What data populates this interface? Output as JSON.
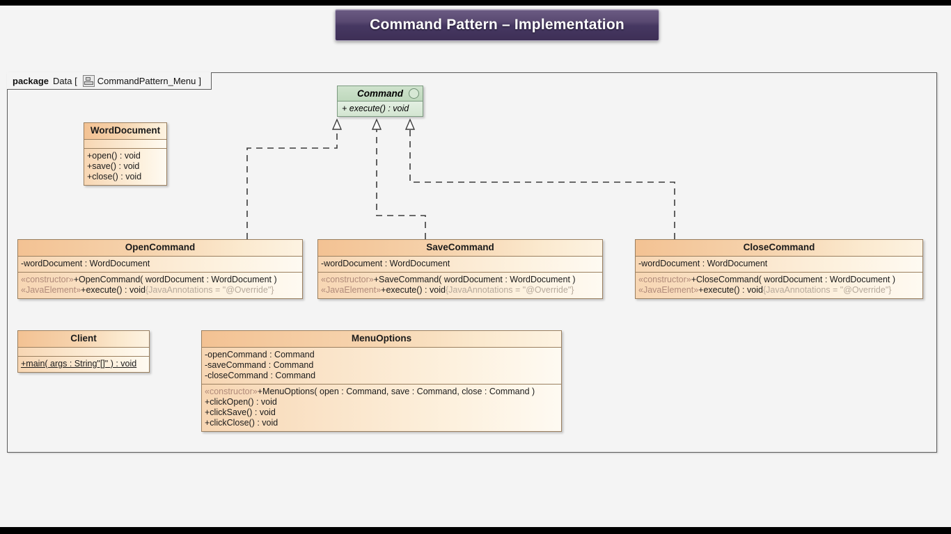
{
  "banner": {
    "title": "Command Pattern – Implementation"
  },
  "package": {
    "keyword": "package",
    "name": "Data [",
    "icon": "class-diagram-icon",
    "diagram_name": "CommandPattern_Menu",
    "close_bracket": "]"
  },
  "classes": {
    "command": {
      "name": "Command",
      "kind": "interface",
      "icon": "interface-circle-icon",
      "operations": [
        "+ execute() : void"
      ]
    },
    "word_document": {
      "name": "WordDocument",
      "attributes": [],
      "operations": [
        "+open() : void",
        "+save() : void",
        "+close() : void"
      ]
    },
    "open_command": {
      "name": "OpenCommand",
      "attributes": [
        "-wordDocument : WordDocument"
      ],
      "operations": [
        {
          "stereotype": "«constructor»",
          "signature": "+OpenCommand( wordDocument : WordDocument )",
          "annotation": ""
        },
        {
          "stereotype": "«JavaElement»",
          "signature": "+execute() : void",
          "annotation": "{JavaAnnotations = \"@Override\"}"
        }
      ]
    },
    "save_command": {
      "name": "SaveCommand",
      "attributes": [
        "-wordDocument : WordDocument"
      ],
      "operations": [
        {
          "stereotype": "«constructor»",
          "signature": "+SaveCommand( wordDocument : WordDocument )",
          "annotation": ""
        },
        {
          "stereotype": "«JavaElement»",
          "signature": "+execute() : void",
          "annotation": "{JavaAnnotations = \"@Override\"}"
        }
      ]
    },
    "close_command": {
      "name": "CloseCommand",
      "attributes": [
        "-wordDocument : WordDocument"
      ],
      "operations": [
        {
          "stereotype": "«constructor»",
          "signature": "+CloseCommand( wordDocument : WordDocument )",
          "annotation": ""
        },
        {
          "stereotype": "«JavaElement»",
          "signature": "+execute() : void",
          "annotation": "{JavaAnnotations = \"@Override\"}"
        }
      ]
    },
    "client": {
      "name": "Client",
      "attributes": [],
      "operations": [
        "+main( args : String\"[]\" ) : void"
      ]
    },
    "menu_options": {
      "name": "MenuOptions",
      "attributes": [
        "-openCommand : Command",
        "-saveCommand : Command",
        "-closeCommand : Command"
      ],
      "operations": [
        {
          "stereotype": "«constructor»",
          "signature": "+MenuOptions( open : Command, save : Command, close : Command )",
          "annotation": ""
        },
        {
          "stereotype": "",
          "signature": "+clickOpen() : void",
          "annotation": ""
        },
        {
          "stereotype": "",
          "signature": "+clickSave() : void",
          "annotation": ""
        },
        {
          "stereotype": "",
          "signature": "+clickClose() : void",
          "annotation": ""
        }
      ]
    }
  },
  "relationships": [
    {
      "name": "realization-open-command",
      "from": "OpenCommand",
      "to": "Command",
      "type": "realization"
    },
    {
      "name": "realization-save-command",
      "from": "SaveCommand",
      "to": "Command",
      "type": "realization"
    },
    {
      "name": "realization-close-command",
      "from": "CloseCommand",
      "to": "Command",
      "type": "realization"
    }
  ],
  "colors": {
    "banner": "#463862",
    "class_header": "#f3c293",
    "class_body": "#fdf1dd",
    "interface_header": "#c5dcc3",
    "interface_body": "#e0ecdf",
    "border": "#9a7f5f",
    "letterbox": "#000000",
    "canvas": "#f4f4f4"
  }
}
